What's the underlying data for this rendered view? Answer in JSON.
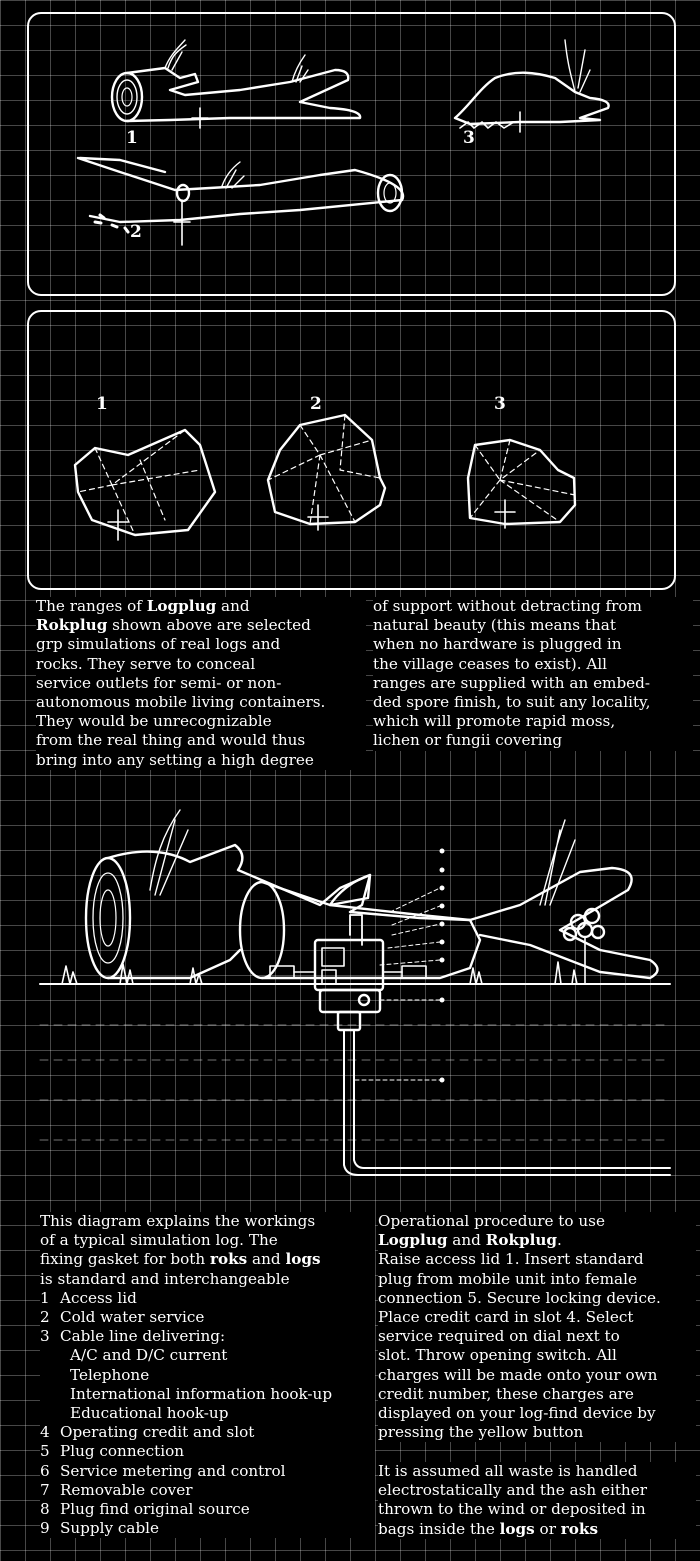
{
  "top_panel": {
    "labels": [
      "1",
      "2",
      "3"
    ]
  },
  "rock_panel": {
    "labels": [
      "1",
      "2",
      "3"
    ]
  },
  "caption_left": {
    "line1_pre": "The ranges of ",
    "logplug": "Logplug",
    "line1_post": " and",
    "rokplug": "Rokplug",
    "rest": " shown above are selected\ngrp simulations of real logs and\nrocks. They serve to conceal\nservice outlets for semi- or non-\nautonomous mobile living containers.\nThey would be unrecognizable\nfrom the real thing and would thus\nbring into any setting a high degree"
  },
  "caption_right": {
    "text": "of support without detracting from\nnatural beauty (this means that\nwhen no hardware is plugged in\nthe village ceases to exist). All\nranges are supplied with an embed-\nded spore finish, to suit any locality,\nwhich will promote rapid moss,\nlichen or fungii covering"
  },
  "explain": {
    "intro_1": "This diagram explains the workings\nof a typical simulation log. The\nfixing gasket for both ",
    "roks": "roks",
    "intro_2": " and ",
    "logs": "logs",
    "intro_3": "\nis standard and interchangeable",
    "items": [
      {
        "n": "1",
        "label": "Access lid"
      },
      {
        "n": "2",
        "label": "Cold water service"
      },
      {
        "n": "3",
        "label": "Cable line delivering:"
      },
      {
        "n": "4",
        "label": "Operating credit and slot"
      },
      {
        "n": "5",
        "label": "Plug connection"
      },
      {
        "n": "6",
        "label": "Service metering and control"
      },
      {
        "n": "7",
        "label": "Removable cover"
      },
      {
        "n": "8",
        "label": "Plug find original source"
      },
      {
        "n": "9",
        "label": "Supply cable"
      }
    ],
    "cable_sub": [
      "A/C and D/C current",
      "Telephone",
      "International information hook-up",
      "Educational hook-up"
    ]
  },
  "procedure": {
    "title_1": "Operational procedure to use",
    "logplug": "Logplug",
    "and": " and ",
    "rokplug": "Rokplug",
    "dot": ".",
    "body": "Raise access lid 1. Insert standard\nplug from mobile unit into female\nconnection 5. Secure locking device.\nPlace credit card in slot 4. Select\nservice required on dial next to\nslot. Throw opening switch. All\ncharges will be made onto your own\ncredit number, these charges are\ndisplayed on your log-find device by\npressing the yellow button",
    "waste_1": "It is assumed all waste is handled\nelectrostatically and the ash either\nthrown to the wind or deposited in\nbags inside the ",
    "logs": "logs",
    "or": " or ",
    "roks": "roks"
  }
}
